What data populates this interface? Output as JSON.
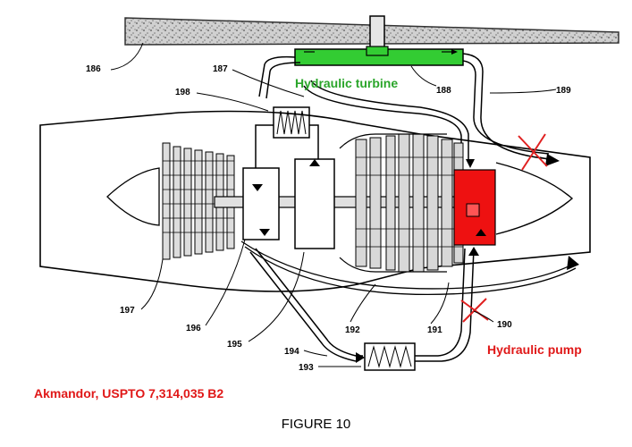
{
  "labels": {
    "hydraulic_turbine": "Hydraulic turbine",
    "hydraulic_pump": "Hydraulic pump",
    "credit": "Akmandor, USPTO 7,314,035 B2",
    "figure": "FIGURE 10"
  },
  "refs": {
    "r186": "186",
    "r187": "187",
    "r188": "188",
    "r189": "189",
    "r198": "198",
    "r197": "197",
    "r196": "196",
    "r195": "195",
    "r194": "194",
    "r193": "193",
    "r192": "192",
    "r191": "191",
    "r190": "190"
  },
  "colors": {
    "turbine": "#33cc33",
    "pump": "#ee1111",
    "cross": "#e02020",
    "label_green": "#2aa52a",
    "label_red": "#e01818"
  }
}
